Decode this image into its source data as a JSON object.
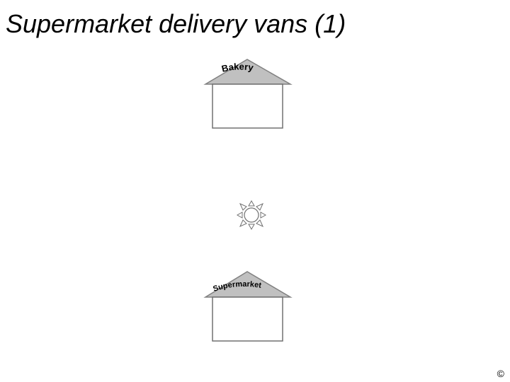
{
  "title": "Supermarket delivery vans (1)",
  "buildings": [
    {
      "label": "Bakery",
      "roof_color": "#c0c0c0"
    },
    {
      "label": "Supermarket",
      "roof_color": "#c0c0c0"
    }
  ],
  "copyright": "©"
}
